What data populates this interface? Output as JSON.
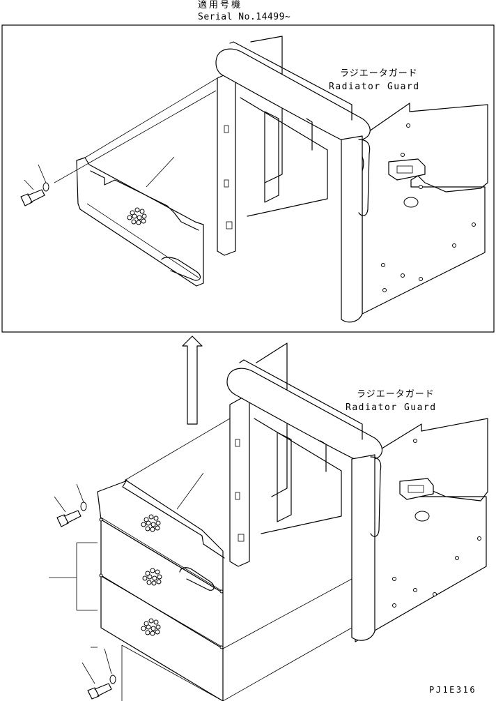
{
  "header": {
    "applicable_models": "適用号機",
    "serial": "Serial No.14499~"
  },
  "upper_view": {
    "part_label_jp": "ラジエータガード",
    "part_label_en": "Radiator Guard"
  },
  "lower_view": {
    "part_label_jp": "ラジエータガード",
    "part_label_en": "Radiator Guard"
  },
  "footer": {
    "drawing_code": "PJ1E316"
  }
}
